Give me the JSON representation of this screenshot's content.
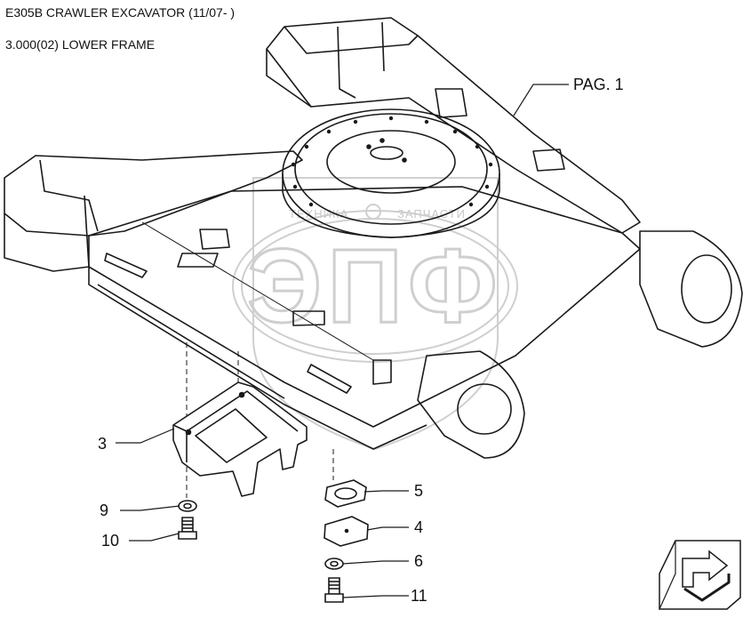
{
  "header": {
    "title": "E305B CRAWLER EXCAVATOR (11/07- )",
    "subtitle": "3.000(02) LOWER FRAME"
  },
  "callouts": {
    "pag": "PAG. 1",
    "c3": "3",
    "c9": "9",
    "c10": "10",
    "c5": "5",
    "c4": "4",
    "c6": "6",
    "c11": "11"
  },
  "watermark": {
    "top_left": "ТЕХНИКА",
    "top_right": "ЗАПЧАСТИ",
    "logo": "ЭПФ"
  }
}
